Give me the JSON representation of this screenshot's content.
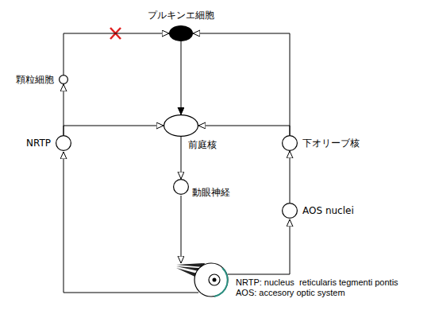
{
  "diagram": {
    "nodes": [
      {
        "text": [
          "プルキンエ細胞"
        ]
      },
      {
        "text": [
          "顆粒細胞"
        ]
      },
      {
        "text": [
          "NRTP"
        ]
      },
      {
        "text": [
          "前庭核"
        ]
      },
      {
        "text": [
          "下オリーブ核"
        ]
      },
      {
        "text": [
          "動眼神経"
        ]
      },
      {
        "text": [
          "AOS nuclei"
        ]
      }
    ],
    "edges": [
      {
        "from": 1,
        "to": 0,
        "arrow": "to"
      },
      {
        "from": 2,
        "to": 1,
        "arrow": "to"
      },
      {
        "from": 2,
        "to": 3,
        "arrow": "to"
      },
      {
        "from": 4,
        "to": 3,
        "arrow": "to"
      },
      {
        "from": 4,
        "to": 0,
        "arrow": "to"
      },
      {
        "from": 0,
        "to": 3,
        "arrow": "to"
      },
      {
        "from": 3,
        "to": 5,
        "arrow": "to"
      },
      {
        "from": 6,
        "to": 4,
        "arrow": "to"
      }
    ],
    "labels": [
      "NRTP: nucleus  reticularis tegmenti pontis",
      "AOS: accesory optic system"
    ]
  }
}
